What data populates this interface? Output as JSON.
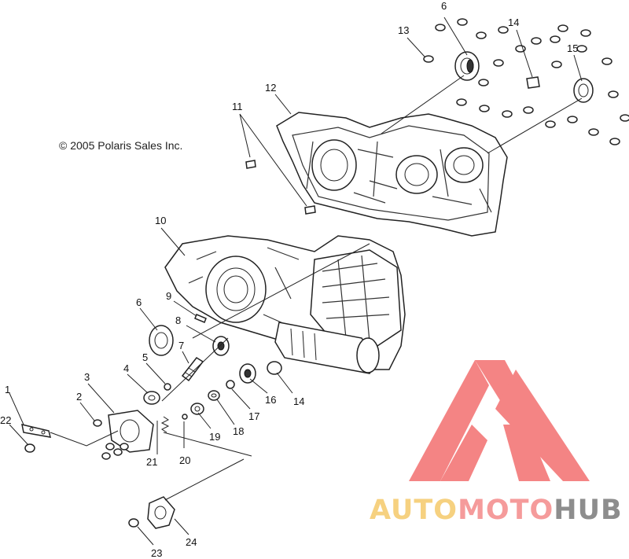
{
  "copyright": "© 2005 Polaris Sales Inc.",
  "watermark": {
    "word_part1": "AUTO",
    "word_part2": "MOTO",
    "word_part3": "HUB",
    "colors": {
      "part1": "#f5c96a",
      "part2": "#f48a8a",
      "part3": "#7a7a7a",
      "triangle": "#f36f6f"
    }
  },
  "callouts": [
    "1",
    "2",
    "3",
    "4",
    "5",
    "6",
    "6",
    "7",
    "8",
    "9",
    "10",
    "11",
    "12",
    "13",
    "14",
    "14",
    "15",
    "16",
    "17",
    "18",
    "19",
    "20",
    "21",
    "22",
    "23",
    "24"
  ]
}
